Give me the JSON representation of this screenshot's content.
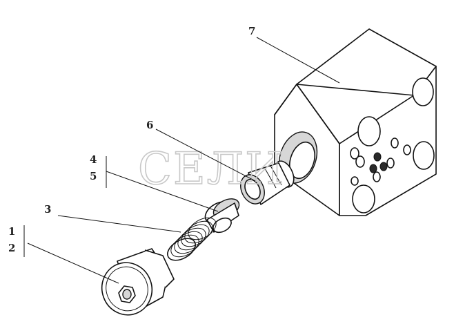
{
  "watermark": "СЕЛИ",
  "callouts": {
    "c1": "1",
    "c2": "2",
    "c3": "3",
    "c4": "4",
    "c5": "5",
    "c6": "6",
    "c7": "7"
  },
  "colors": {
    "background": "#ffffff",
    "line": "#111111",
    "watermark": "#c8c8c8"
  }
}
